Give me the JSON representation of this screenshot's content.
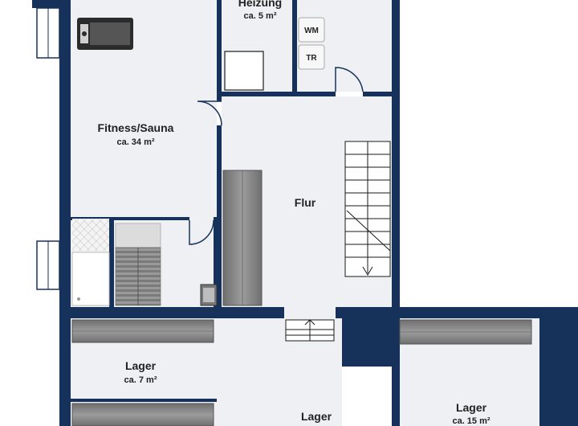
{
  "floor_plan": {
    "rooms": [
      {
        "id": "heizung",
        "name": "Heizung",
        "area": "ca. 5 m²"
      },
      {
        "id": "fitness",
        "name": "Fitness/Sauna",
        "area": "ca. 34 m²"
      },
      {
        "id": "flur",
        "name": "Flur",
        "area": ""
      },
      {
        "id": "lager-small",
        "name": "Lager",
        "area": "ca. 7 m²"
      },
      {
        "id": "lager-middle",
        "name": "Lager",
        "area": ""
      },
      {
        "id": "lager-right",
        "name": "Lager",
        "area": "ca. 15 m²"
      }
    ],
    "appliances": [
      {
        "id": "washing-machine",
        "label": "WM"
      },
      {
        "id": "dryer",
        "label": "TR"
      }
    ],
    "colors": {
      "wall": "#17325a",
      "floor": "#eef0f4",
      "cabinet": "#8a8a8a",
      "window": "#ffffff",
      "stair_line": "#1a1a1a"
    }
  }
}
